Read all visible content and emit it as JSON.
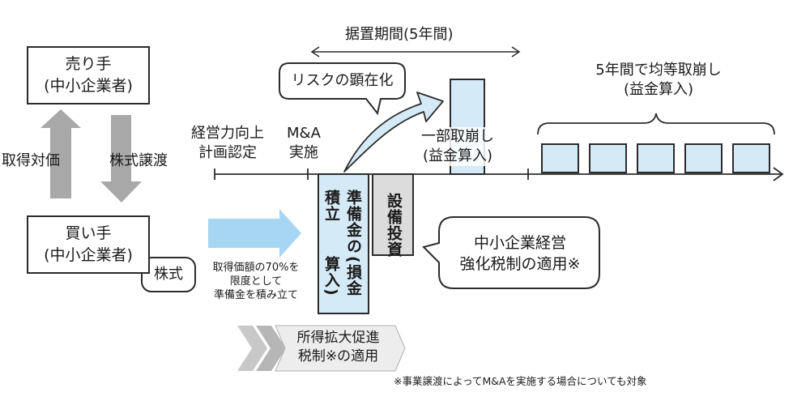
{
  "seller": {
    "line1": "売り手",
    "line2": "(中小企業者)"
  },
  "buyer": {
    "line1": "買い手",
    "line2": "(中小企業者)"
  },
  "arrows": {
    "acquisition_price": "取得対価",
    "share_transfer": "株式譲渡"
  },
  "stock_label": "株式",
  "deferral_period": "据置期間(5年間)",
  "risk_callout": "リスクの顕在化",
  "timeline": {
    "certification": [
      "経営力向上",
      "計画認定"
    ],
    "ma": [
      "M&A",
      "実施"
    ],
    "partial_reversal": [
      "一部取崩し",
      "(益金算入)"
    ],
    "equal_reversal": [
      "5年間で均等取崩し",
      "(益金算入)"
    ]
  },
  "reserve_bar": {
    "line1": "準備金の積立",
    "line2": "(損金算入)"
  },
  "investment_bar": "設備投資",
  "reserve_note": [
    "取得価額の70%を",
    "限度として",
    "準備金を積み立て"
  ],
  "sme_callout": [
    "中小企業経営",
    "強化税制の適用※"
  ],
  "tax_banner": [
    "所得拡大促進",
    "税制※の適用"
  ],
  "footnote": "※事業譲渡によってM&Aを実施する場合についても対象",
  "colors": {
    "light_blue": "#d5eaf7",
    "arrow_blue": "#a6d6f2",
    "gray": "#a8a8a8",
    "investment_gray": "#dcdcdc",
    "outline": "#2b2b2b"
  },
  "chart_data": {
    "type": "timeline-diagram",
    "reserve_reversal_after_deferral": {
      "years": 5,
      "equal_installments": 5
    }
  }
}
